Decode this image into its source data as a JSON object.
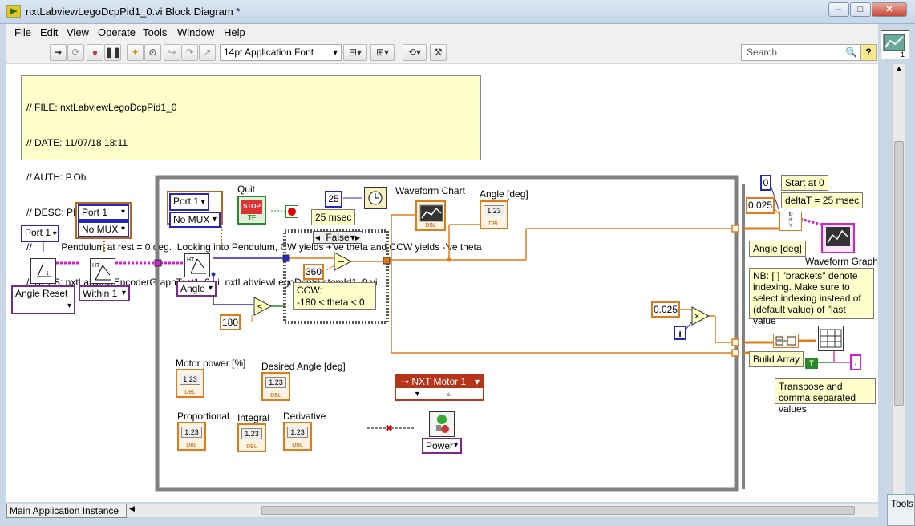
{
  "window": {
    "title": "nxtLabviewLegoDcpPid1_0.vi Block Diagram *",
    "minimize": "–",
    "maximize": "□",
    "close": "✕"
  },
  "menu": [
    "File",
    "Edit",
    "View",
    "Operate",
    "Tools",
    "Window",
    "Help"
  ],
  "toolbar": {
    "font": "14pt Application Font",
    "search_placeholder": "Search",
    "help": "?"
  },
  "comment_block": {
    "lines": [
      "// FILE: nxtLabviewLegoDcpPid1_0",
      "// DATE: 11/07/18 18:11",
      "// AUTH: P.Oh",
      "// DESC: PID control",
      "//           Pendulum at rest = 0 deg.  Looking into Pendulum, CW yields +'ve theta and CCW yields -'ve theta",
      "// REFS: nxtLabviewEncoderGraphTest1_2.vi; nxtLabviewLegoDcpSystemId1_0.vi"
    ]
  },
  "diagram": {
    "port_left": "Port 1",
    "port_mux_top": "Port 1",
    "no_mux_top": "No MUX",
    "angle_reset": "Angle Reset",
    "within": "Within 1",
    "port_inner": "Port 1",
    "no_mux_inner": "No MUX",
    "angle": "Angle",
    "quit": "Quit",
    "stop": "STOP",
    "tf": "TF",
    "const_25": "25",
    "wait_label": "25 msec",
    "case_selector": "False",
    "const_360": "360",
    "ccw_note": "CCW:\n-180 < theta < 0",
    "const_180": "180",
    "waveform_chart": "Waveform Chart",
    "angle_deg_label": "Angle [deg]",
    "motor_power": "Motor power [%]",
    "desired_angle": "Desired Angle [deg]",
    "proportional": "Proportional",
    "integral": "Integral",
    "derivative": "Derivative",
    "nxt_motor": "NXT Motor 1",
    "power": "Power",
    "indicator_value": "1.23",
    "dbl": "DBL",
    "const_0": "0",
    "start_at_0": "Start at 0",
    "const_0025_a": "0.025",
    "delta_t": "deltaT = 25 msec",
    "angle_deg_out": "Angle [deg]",
    "waveform_graph": "Waveform Graph",
    "nb_note": "NB: [ ] \"brackets\" denote indexing.  Make sure to select indexing instead of (default value) of \"last value",
    "const_0025_b": "0.025",
    "iter": "i",
    "build_array": "Build Array",
    "true_const": "T",
    "comma": ",",
    "transpose_note": "Transpose and comma separated values"
  },
  "status": {
    "instance": "Main Application Instance",
    "tools": "Tools"
  },
  "colors": {
    "dbl_wire": "#e07b1a",
    "int_wire": "#2727c0",
    "cluster_wire": "#d020d0",
    "ring_border": "#7a2a8a",
    "comment_bg": "#ffffcc"
  }
}
